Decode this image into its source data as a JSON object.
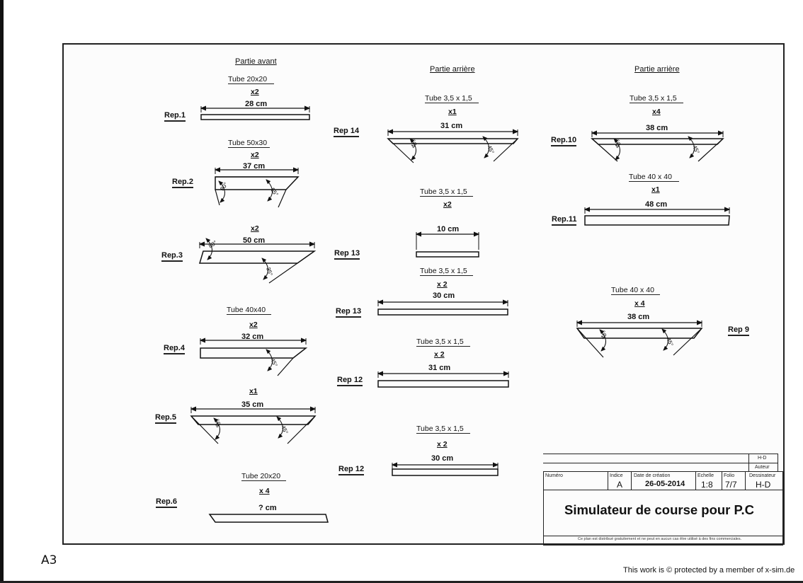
{
  "sheet": {
    "paper_format": "A3",
    "copyright": "This work is © protected by a member of x-sim.de"
  },
  "sections": [
    {
      "title": "Partie avant"
    },
    {
      "title": "Partie arrière"
    },
    {
      "title": "Partie arrière"
    }
  ],
  "parts": [
    {
      "rep": "Rep.1",
      "tube": "Tube 20x20",
      "qty": "x2",
      "length": "28 cm",
      "angles": []
    },
    {
      "rep": "Rep.2",
      "tube": "Tube 50x30",
      "qty": "x2",
      "length": "37 cm",
      "angles": [
        "80°",
        "55°"
      ]
    },
    {
      "rep": "Rep.3",
      "tube": "",
      "qty": "x2",
      "length": "50 cm",
      "angles": [
        "80°",
        "35°"
      ]
    },
    {
      "rep": "Rep.4",
      "tube": "Tube 40x40",
      "qty": "x2",
      "length": "32 cm",
      "angles": [
        "45°"
      ]
    },
    {
      "rep": "Rep.5",
      "tube": "",
      "qty": "x1",
      "length": "35 cm",
      "angles": [
        "45°",
        "45°"
      ]
    },
    {
      "rep": "Rep.6",
      "tube": "Tube 20x20",
      "qty": "x 4",
      "length": "? cm",
      "angles": []
    },
    {
      "rep": "Rep 14",
      "tube": "Tube 3,5 x 1,5",
      "qty": "x1",
      "length": "31 cm",
      "angles": [
        "45°",
        "45°"
      ]
    },
    {
      "rep": "Rep 13",
      "tube": "Tube 3,5 x 1,5",
      "qty": "x2",
      "length": "10 cm",
      "angles": []
    },
    {
      "rep": "Rep 13",
      "tube": "Tube 3,5 x 1,5",
      "qty": "x 2",
      "length": "30 cm",
      "angles": []
    },
    {
      "rep": "Rep 12",
      "tube": "Tube 3,5 x 1,5",
      "qty": "x 2",
      "length": "31 cm",
      "angles": []
    },
    {
      "rep": "Rep 12",
      "tube": "Tube 3,5 x 1,5",
      "qty": "x 2",
      "length": "30 cm",
      "angles": []
    },
    {
      "rep": "Rep.10",
      "tube": "Tube 3,5 x 1,5",
      "qty": "x4",
      "length": "38 cm",
      "angles": [
        "45°",
        "45°"
      ]
    },
    {
      "rep": "Rep.11",
      "tube": "Tube  40 x 40",
      "qty": "x1",
      "length": "48 cm",
      "angles": []
    },
    {
      "rep": "Rep 9",
      "tube": "Tube  40 x 40",
      "qty": "x 4",
      "length": "38 cm",
      "angles": [
        "45°",
        "45°"
      ]
    }
  ],
  "title_block": {
    "author_value": "H-D",
    "author_label": "Auteur",
    "numero_label": "Numéro",
    "indice_label": "Indice",
    "indice_value": "A",
    "date_label": "Date  de création",
    "date_value": "26-05-2014",
    "echelle_label": "Echelle",
    "echelle_value": "1:8",
    "folio_label": "Folio",
    "folio_value": "7/7",
    "dessinateur_label": "Dessinateur",
    "dessinateur_value": "H-D",
    "title": "Simulateur de course pour P.C",
    "disclaimer": "Ce plan est distribué gratuitement et ne peut en aucun cas être utilisé à des fins commerciales."
  }
}
